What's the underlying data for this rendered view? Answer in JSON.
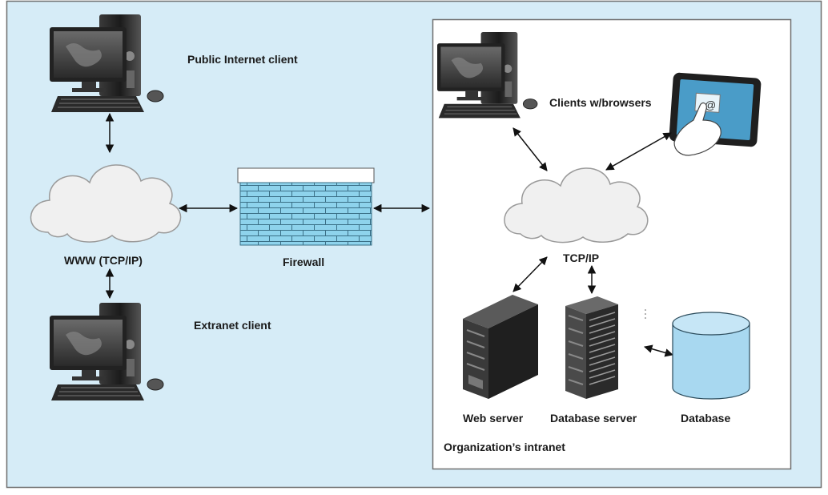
{
  "colors": {
    "outer_background": "#d6ecf7",
    "intranet_background": "#ffffff",
    "border": "#6f6f6f",
    "firewall_brick": "#8ed3ec",
    "database": "#a8d8f0",
    "cloud": "#f0f0f0"
  },
  "labels": {
    "public_client": "Public Internet client",
    "www": "WWW (TCP/IP)",
    "extranet_client": "Extranet client",
    "firewall": "Firewall",
    "clients_browsers": "Clients w/browsers",
    "tcpip": "TCP/IP",
    "web_server": "Web server",
    "db_server": "Database server",
    "database": "Database",
    "intranet": "Organization’s intranet"
  },
  "icons": {
    "computer": "desktop-computer-icon",
    "tablet": "tablet-icon",
    "cloud": "cloud-icon",
    "firewall": "brick-wall-icon",
    "server": "server-tower-icon",
    "rack": "server-rack-icon",
    "database": "database-cylinder-icon"
  }
}
